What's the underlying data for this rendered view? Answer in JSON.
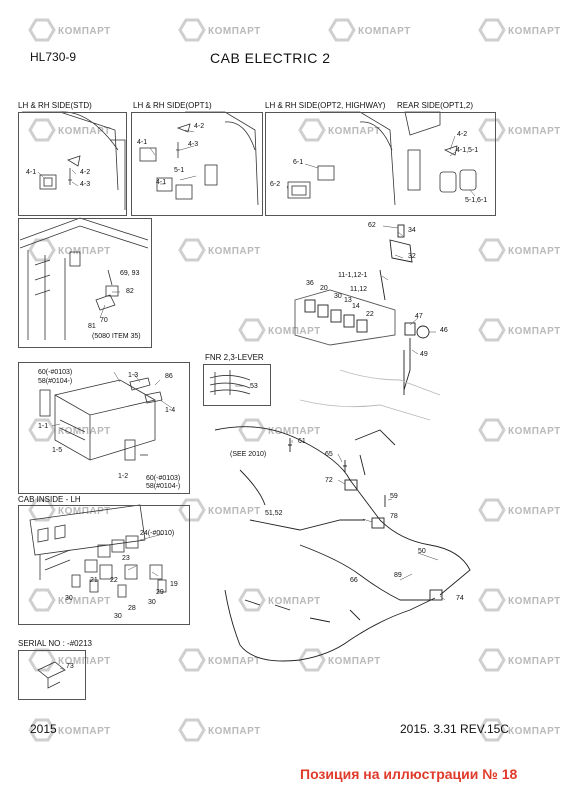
{
  "header": {
    "model": "HL730-9",
    "title": "CAB ELECTRIC 2"
  },
  "sections": {
    "std": "LH & RH SIDE(STD)",
    "opt1": "LH & RH SIDE(OPT1)",
    "opt2": "LH & RH SIDE(OPT2, HIGHWAY)",
    "rear": "REAR SIDE(OPT1,2)",
    "fnr": "FNR 2,3-LEVER",
    "cab_inside": "CAB INSIDE - LH",
    "serial": "SERIAL NO : -#0213"
  },
  "watermark": "КОМПАРТ",
  "callouts": {
    "std": [
      "4-1",
      "4-2",
      "4-3"
    ],
    "opt1": [
      "4-2",
      "4-1",
      "4-3",
      "4-1",
      "5-1"
    ],
    "opt2": [
      "6-1",
      "6-2"
    ],
    "rear": [
      "4-2",
      "4-1,5-1",
      "5-1,6-1"
    ],
    "roof": [
      "69, 93",
      "82",
      "70",
      "81",
      "(5080 ITEM 35)"
    ],
    "radio": [
      "1-3",
      "86",
      "60(-#0103)",
      "58(#0104-)",
      "1-4",
      "1-1",
      "1-5",
      "1-2",
      "60(-#0103)",
      "58(#0104-)"
    ],
    "fnr": [
      "53"
    ],
    "cab": [
      "24(-#0010)",
      "23",
      "21",
      "22",
      "29",
      "30",
      "28",
      "30",
      "19",
      "30"
    ],
    "serial": [
      "73"
    ],
    "harness": [
      "62",
      "34",
      "32",
      "11-1,12-1",
      "11,12",
      "36",
      "20",
      "30",
      "13",
      "14",
      "22",
      "47",
      "46",
      "49",
      "61",
      "65",
      "(SEE 2010)",
      "72",
      "59",
      "51,52",
      "78",
      "50",
      "89",
      "66",
      "74"
    ]
  },
  "footer": {
    "code": "2015",
    "revision": "2015. 3.31  REV.15C",
    "position_note": "Позиция на иллюстрации № 18"
  }
}
